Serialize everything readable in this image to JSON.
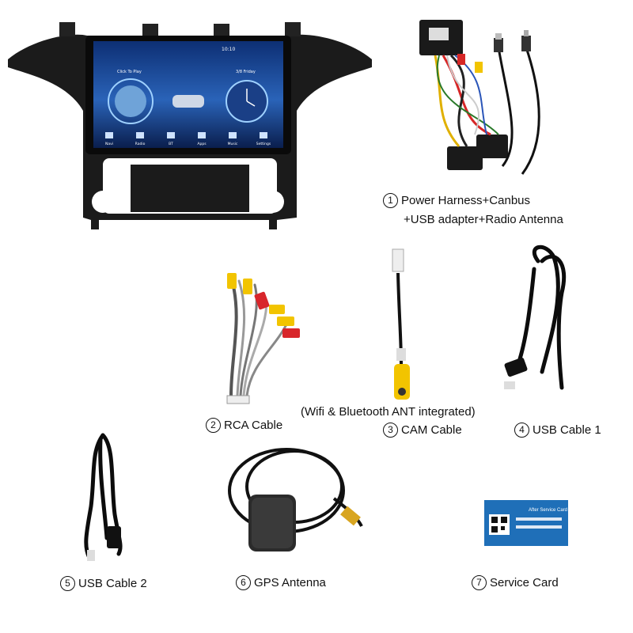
{
  "head_unit": {
    "status_time": "10:10",
    "click_to_play": "Click To Play",
    "date": "3/8 Friday",
    "dock": [
      "Navi",
      "Radio",
      "BT",
      "Apps",
      "Music",
      "Settings"
    ]
  },
  "items": [
    {
      "number": "1",
      "title": "Power Harness+Canbus",
      "subtitle": "+USB adapter+Radio Antenna"
    },
    {
      "number": "2",
      "title": "RCA Cable"
    },
    {
      "number": "3",
      "title": "CAM Cable",
      "note": "(Wifi & Bluetooth ANT integrated)"
    },
    {
      "number": "4",
      "title": "USB Cable 1"
    },
    {
      "number": "5",
      "title": "USB Cable 2"
    },
    {
      "number": "6",
      "title": "GPS Antenna"
    },
    {
      "number": "7",
      "title": "Service Card",
      "card_heading": "After Service Card"
    }
  ],
  "colors": {
    "screen_blue": "#2a63b8",
    "card_blue": "#1f6fb8",
    "rca_yellow": "#f2c400",
    "rca_red": "#d8262b"
  }
}
